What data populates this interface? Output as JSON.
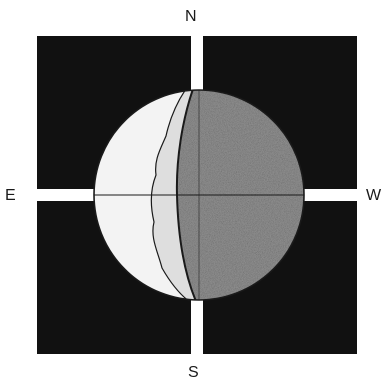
{
  "compass": {
    "north": "N",
    "south": "S",
    "east": "E",
    "west": "W"
  },
  "colors": {
    "background": "#ffffff",
    "quadrant": "#111111",
    "lit_region": "#f3f3f3",
    "penumbra": "#dcdcdc",
    "shadow": "#8d8d8d",
    "outline": "#1a1a1a"
  }
}
